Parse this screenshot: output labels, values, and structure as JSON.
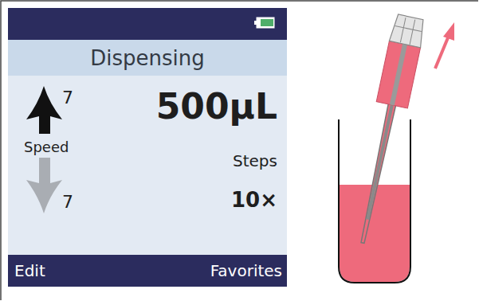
{
  "diagram": {
    "nodes": [
      {
        "text": [
          "Dispensing"
        ]
      },
      {
        "text": [
          "Edit",
          "Favorites"
        ]
      }
    ],
    "labels": [
      "7",
      "Speed",
      "7",
      "500µL",
      "Steps",
      "10×"
    ]
  }
}
